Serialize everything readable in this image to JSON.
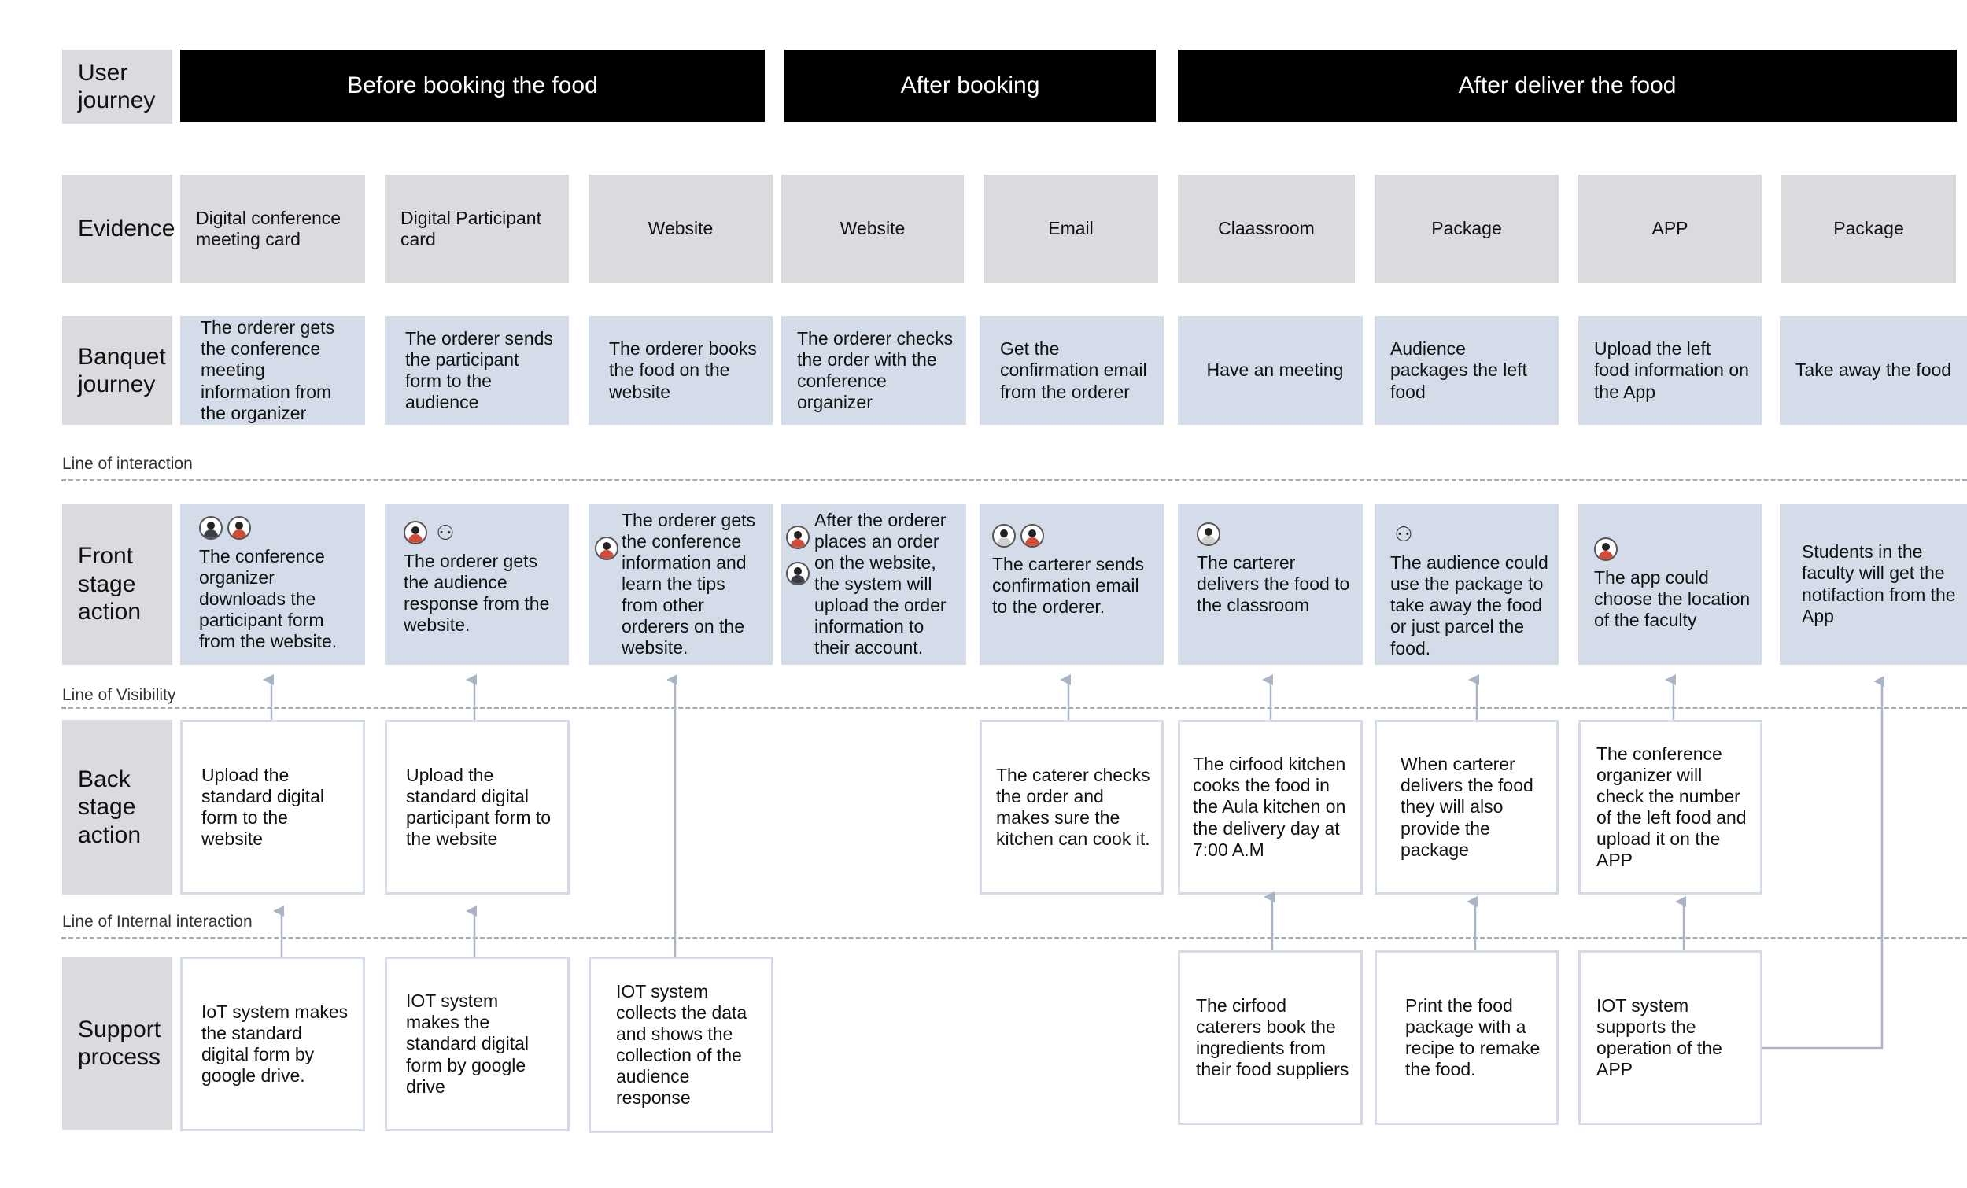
{
  "row_labels": {
    "user_journey": "User journey",
    "evidence": "Evidence",
    "banquet_journey": "Banquet journey",
    "front_stage": "Front stage action",
    "back_stage": "Back stage action",
    "support_process": "Support process"
  },
  "phases": [
    {
      "label": "Before booking the food"
    },
    {
      "label": "After booking"
    },
    {
      "label": "After deliver the food"
    }
  ],
  "evidence": [
    "Digital conference meeting card",
    "Digital Participant card",
    "Website",
    "Website",
    "Email",
    "Claassroom",
    "Package",
    "APP",
    "Package"
  ],
  "banquet": [
    "The orderer gets the conference meeting information from the organizer",
    "The orderer sends the participant form to the audience",
    "The orderer books the food on the website",
    "The orderer checks the order with the conference organizer",
    "Get the confirmation email from the orderer",
    "Have an meeting",
    "Audience packages the left food",
    "Upload the left food information on the App",
    "Take away the food"
  ],
  "front": [
    {
      "text": "The conference organizer downloads the participant form from the website.",
      "icons": [
        "person-dark-icon",
        "person-red-icon"
      ]
    },
    {
      "text": "The orderer gets the audience response from the website.",
      "icons": [
        "person-red-icon",
        "group-icon"
      ]
    },
    {
      "text": "The orderer gets the conference information and learn the tips from other orderers on the website.",
      "icons": [
        "person-red-icon"
      ]
    },
    {
      "text": "After the orderer places an order on the website, the system will upload the order information to their account.",
      "icons": [
        "person-red-icon",
        "person-dark-icon"
      ]
    },
    {
      "text": "The carterer sends confirmation email to the orderer.",
      "icons": [
        "person-light-icon",
        "person-red-icon"
      ]
    },
    {
      "text": "The carterer delivers the food to the classroom",
      "icons": [
        "person-light-icon"
      ]
    },
    {
      "text": "The audience could use the package to take away the food or just parcel the food.",
      "icons": [
        "group-icon"
      ]
    },
    {
      "text": "The app could choose the location of the faculty",
      "icons": [
        "person-red-icon"
      ]
    },
    {
      "text": "Students in the faculty will get the notifaction from the App",
      "icons": []
    }
  ],
  "back": [
    "Upload the standard digital form to the website",
    "Upload the standard digital participant form to the website",
    "The caterer checks the order and makes sure the kitchen can cook it.",
    "The cirfood kitchen cooks the food in the Aula kitchen on the delivery day at 7:00 A.M",
    "When carterer delivers the food they will also provide the package",
    "The conference organizer will check the number of the left food and upload it on the APP"
  ],
  "support": [
    "IoT system makes the standard digital form by google drive.",
    "IOT system makes the standard digital form by google drive",
    "IOT system collects the data and shows the collection of the audience response",
    "The cirfood caterers book the ingredients from their food suppliers",
    "Print the food package with a recipe to remake the food.",
    "IOT system supports the operation of the APP"
  ],
  "lines": {
    "interaction": "Line of interaction",
    "visibility": "Line of Visibility",
    "internal": "Line of Internal interaction"
  },
  "colors": {
    "header_bg": "#000000",
    "label_bg": "#d9dbde",
    "journey_bg": "#d4dcea",
    "border": "#d4dbe6",
    "arrow": "#a9b5c6"
  }
}
